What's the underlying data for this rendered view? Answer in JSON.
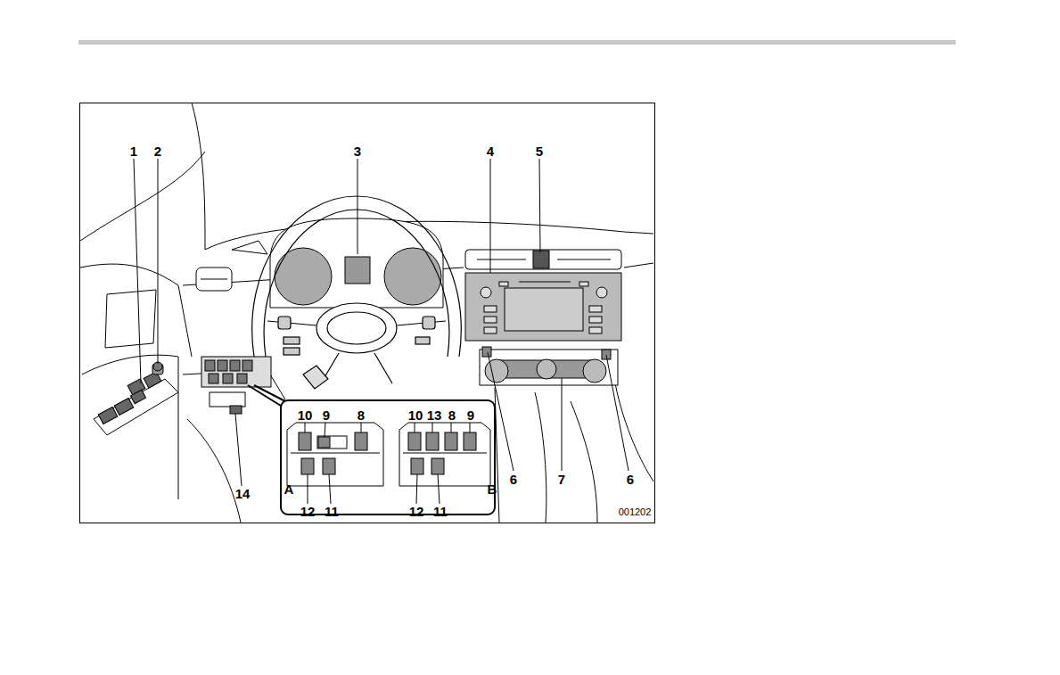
{
  "diagram": {
    "labels": [
      "1",
      "2",
      "3",
      "4",
      "5",
      "10",
      "9",
      "8",
      "10",
      "13",
      "8",
      "9",
      "14",
      "A",
      "12",
      "11",
      "12",
      "11",
      "B",
      "6",
      "7",
      "6",
      "001202"
    ]
  }
}
